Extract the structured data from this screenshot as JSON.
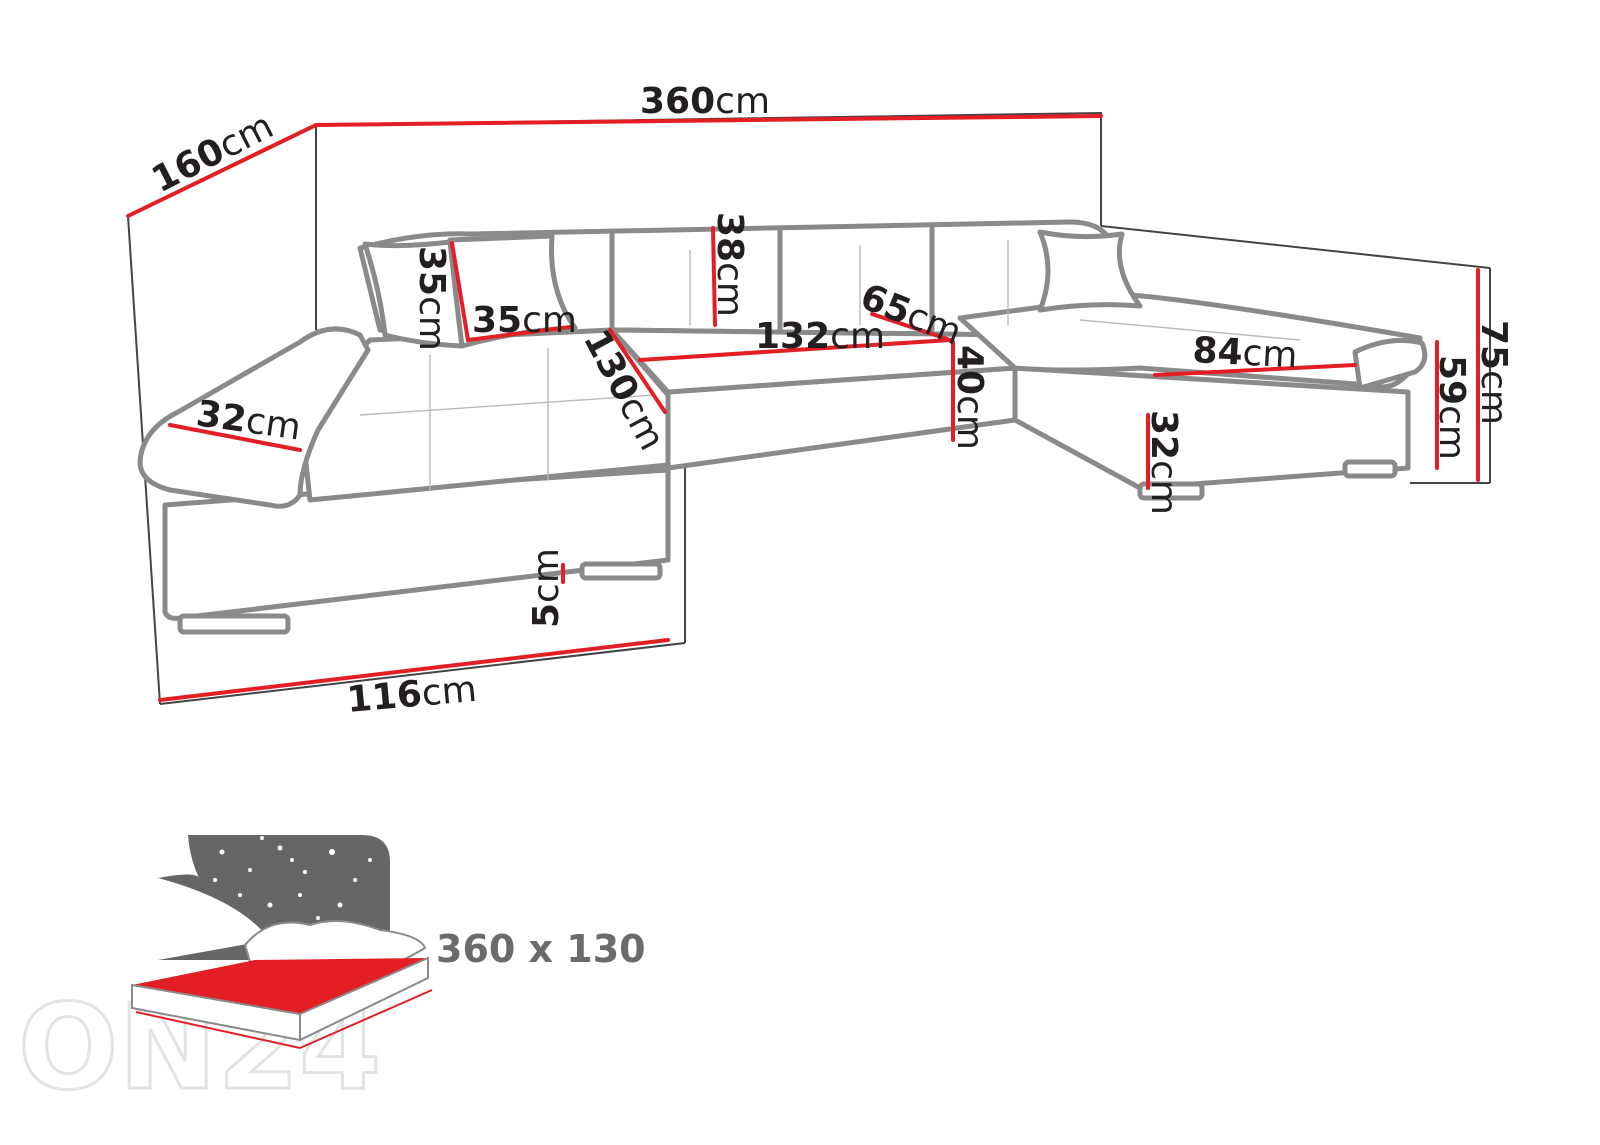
{
  "dimensions": [
    {
      "id": "total_width",
      "value": "360",
      "unit": "cm"
    },
    {
      "id": "left_depth",
      "value": "160",
      "unit": "cm"
    },
    {
      "id": "cushion_height",
      "value": "35",
      "unit": "cm"
    },
    {
      "id": "cushion_width",
      "value": "35",
      "unit": "cm"
    },
    {
      "id": "backrest_height",
      "value": "38",
      "unit": "cm"
    },
    {
      "id": "seat_depth",
      "value": "65",
      "unit": "cm"
    },
    {
      "id": "middle_width",
      "value": "132",
      "unit": "cm"
    },
    {
      "id": "chaise_length",
      "value": "130",
      "unit": "cm"
    },
    {
      "id": "armrest_width",
      "value": "32",
      "unit": "cm"
    },
    {
      "id": "seat_height",
      "value": "40",
      "unit": "cm"
    },
    {
      "id": "right_seat_depth",
      "value": "84",
      "unit": "cm"
    },
    {
      "id": "total_height",
      "value": "75",
      "unit": "cm"
    },
    {
      "id": "back_height",
      "value": "59",
      "unit": "cm"
    },
    {
      "id": "base_height",
      "value": "32",
      "unit": "cm"
    },
    {
      "id": "leg_height",
      "value": "5",
      "unit": "cm"
    },
    {
      "id": "left_width",
      "value": "116",
      "unit": "cm"
    }
  ],
  "bed": {
    "size_label": "360 x 130",
    "icon": "sleeping-function-icon"
  },
  "watermark": "ON24"
}
